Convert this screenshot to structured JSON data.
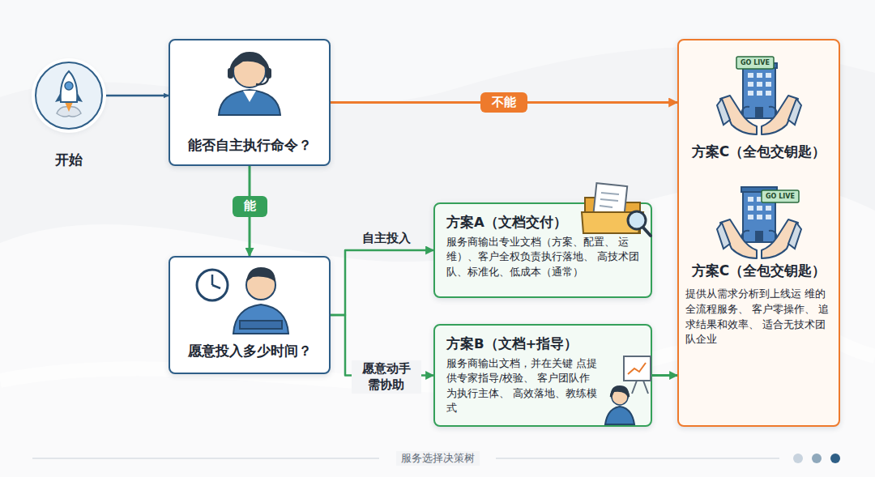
{
  "diagram": {
    "caption": "服务选择决策树",
    "nodes": [
      {
        "text": [
          "开始"
        ]
      },
      {
        "text": [
          "能否自主执行命令？"
        ]
      },
      {
        "text": [
          "愿意投入多少时间？"
        ]
      },
      {
        "text": [
          "方案A（文档交付）",
          "服务商输出专业文档（方案、配置、 运维）、客户全权负责执行落地、 高技术团队、标准化、低成本（通常）"
        ]
      },
      {
        "text": [
          "方案B（文档+指导）",
          "服务商输出文档，并在关键 点提供专家指导/校验、 客户团队作为执行主体、 高效落地、教练模式"
        ]
      },
      {
        "text": [
          "方案C（全包交钥匙）",
          "方案C（全包交钥匙）",
          "提供从需求分析到上线运 维的全流程服务、 客户零操作、 追求结果和效率、 适合无技术团队企业"
        ]
      }
    ],
    "edges": [
      {
        "from": 0,
        "to": 1,
        "arrow": "to"
      },
      {
        "from": 1,
        "to": 5,
        "label": "不能",
        "arrow": "to"
      },
      {
        "from": 1,
        "to": 2,
        "label": "能",
        "arrow": "to"
      },
      {
        "from": 2,
        "to": 3,
        "label": "自主投入",
        "arrow": "to"
      },
      {
        "from": 2,
        "to": 4,
        "label": "愿意动手 需协助",
        "arrow": "to"
      },
      {
        "from": 4,
        "to": 5,
        "arrow": "to"
      }
    ],
    "labels": [
      "GO LIVE",
      "GO LIVE"
    ]
  }
}
